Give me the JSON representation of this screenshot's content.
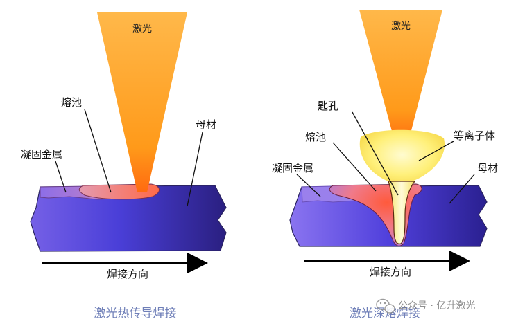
{
  "left": {
    "laser_label": "激光",
    "labels": {
      "solidified_metal": "凝固金属",
      "weld_pool": "熔池",
      "base_metal": "母材"
    },
    "direction_label": "焊接方向",
    "caption": "激光热传导焊接"
  },
  "right": {
    "laser_label": "激光",
    "labels": {
      "keyhole": "匙孔",
      "weld_pool": "熔池",
      "plasma": "等离子体",
      "solidified_metal": "凝固金属",
      "base_metal": "母材"
    },
    "direction_label": "焊接方向",
    "caption": "激光深熔焊接"
  },
  "watermark": {
    "text": "公众号 · 亿升激光",
    "icon": "wechat-icon"
  },
  "colors": {
    "laser_orange": "#ff9a1a",
    "laser_yellow": "#ffc24a",
    "metal_blue": "#4a3fd8",
    "metal_dark": "#2a1f80",
    "weld_pink": "#e88aa0",
    "weld_red": "#ff5a3c",
    "plasma": "#fff07a",
    "caption_blue": "#6f7fb8"
  }
}
